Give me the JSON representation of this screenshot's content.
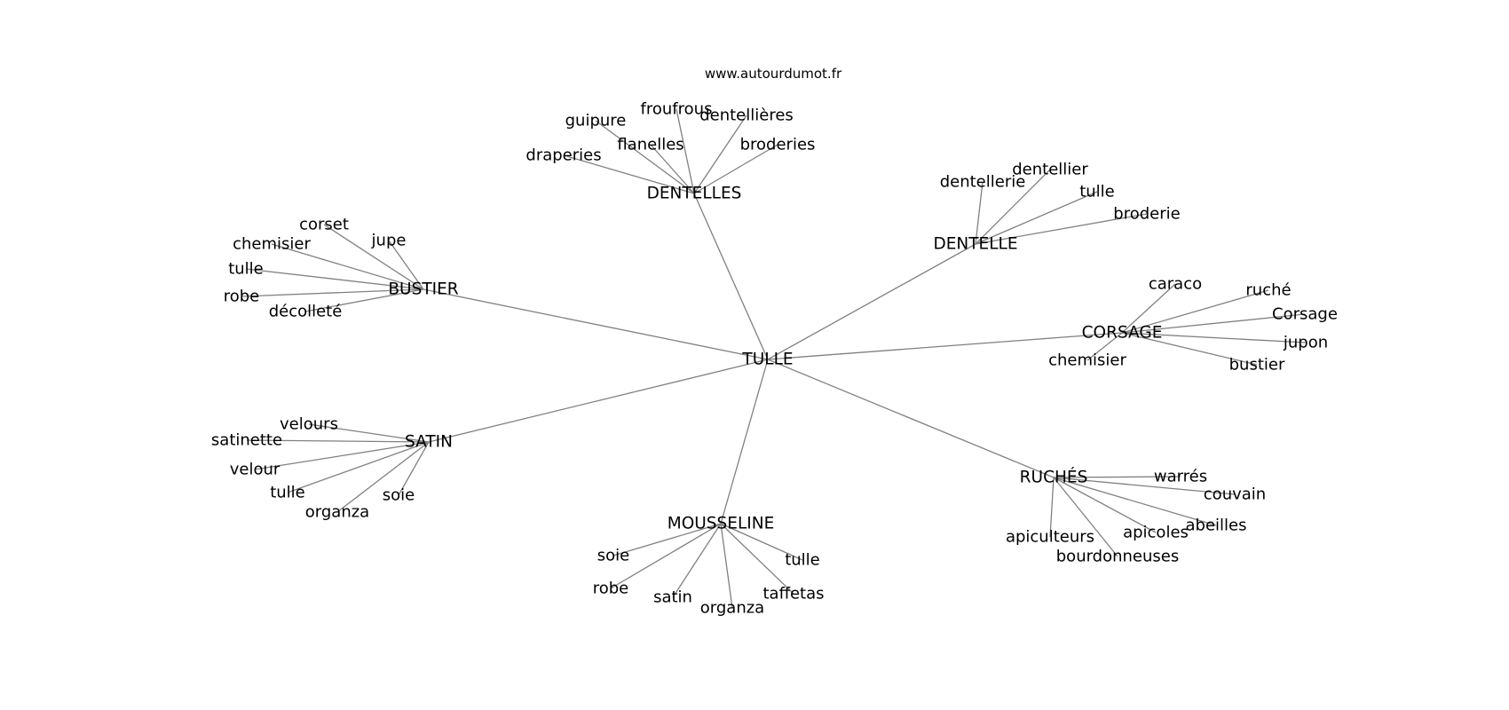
{
  "source": "www.autourdumot.fr",
  "graph": {
    "center": "TULLE",
    "groups": [
      {
        "hub": "DENTELLES",
        "leaves": [
          "froufrous",
          "dentellières",
          "guipure",
          "flanelles",
          "broderies",
          "draperies"
        ]
      },
      {
        "hub": "DENTELLE",
        "leaves": [
          "dentellier",
          "dentellerie",
          "tulle",
          "broderie"
        ]
      },
      {
        "hub": "BUSTIER",
        "leaves": [
          "corset",
          "jupe",
          "chemisier",
          "tulle",
          "robe",
          "décolleté"
        ]
      },
      {
        "hub": "CORSAGE",
        "leaves": [
          "caraco",
          "ruché",
          "Corsage",
          "jupon",
          "chemisier",
          "bustier"
        ]
      },
      {
        "hub": "SATIN",
        "leaves": [
          "velours",
          "satinette",
          "velour",
          "tulle",
          "soie",
          "organza"
        ]
      },
      {
        "hub": "RUCHÉS",
        "leaves": [
          "warrés",
          "couvain",
          "abeilles",
          "apicoles",
          "apiculteurs",
          "bourdonneuses"
        ]
      },
      {
        "hub": "MOUSSELINE",
        "leaves": [
          "soie",
          "tulle",
          "robe",
          "taffetas",
          "satin",
          "organza"
        ]
      }
    ]
  }
}
